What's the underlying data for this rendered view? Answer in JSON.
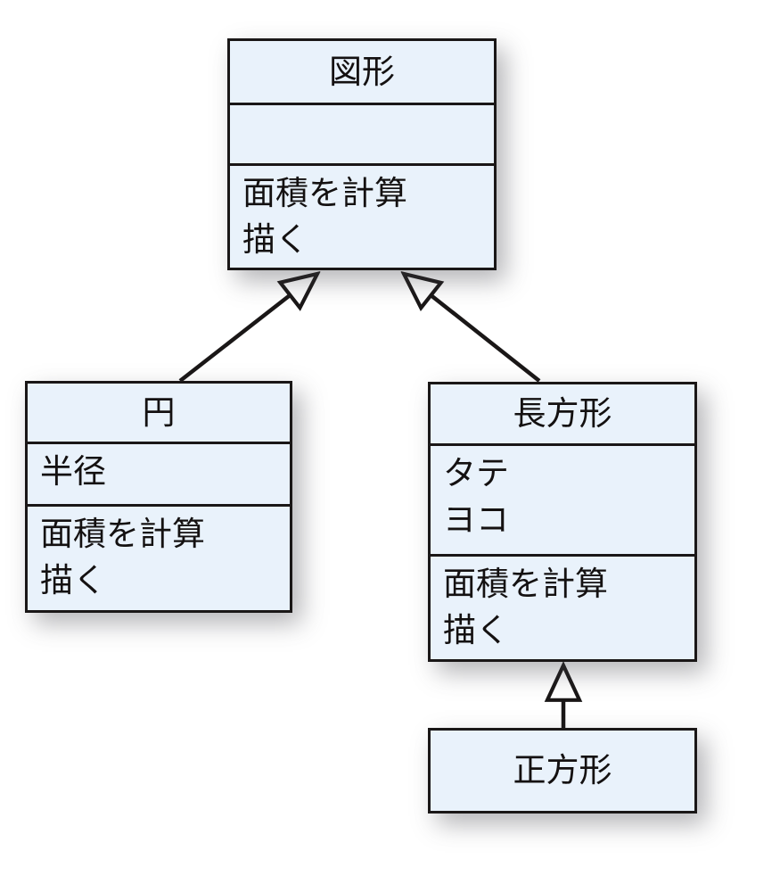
{
  "diagram": {
    "type": "uml-class-diagram",
    "classes": [
      {
        "id": "shape",
        "name": "図形",
        "attributes": [],
        "methods": [
          "面積を計算",
          "描く"
        ]
      },
      {
        "id": "circle",
        "name": "円",
        "attributes": [
          "半径"
        ],
        "methods": [
          "面積を計算",
          "描く"
        ]
      },
      {
        "id": "rectangle",
        "name": "長方形",
        "attributes": [
          "タテ",
          "ヨコ"
        ],
        "methods": [
          "面積を計算",
          "描く"
        ]
      },
      {
        "id": "square",
        "name": "正方形",
        "attributes": [],
        "methods": []
      }
    ],
    "relations": [
      {
        "type": "inheritance",
        "from": "円",
        "to": "図形"
      },
      {
        "type": "inheritance",
        "from": "長方形",
        "to": "図形"
      },
      {
        "type": "inheritance",
        "from": "正方形",
        "to": "長方形"
      }
    ],
    "colors": {
      "box_fill": "#e9f2fb",
      "box_border": "#1a1717",
      "line": "#1a1717",
      "arrowhead_fill": "#ffffff",
      "background": "#ffffff",
      "text": "#141111"
    }
  }
}
